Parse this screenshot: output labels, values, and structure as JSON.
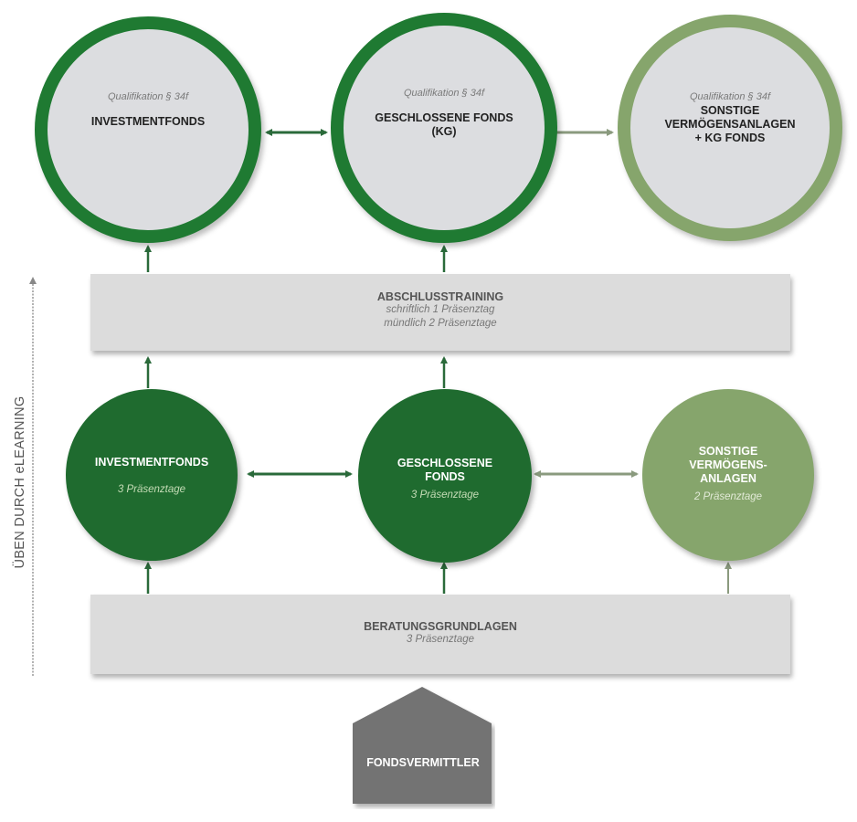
{
  "colors": {
    "dark_green": "#1f7a32",
    "light_green": "#86a56c",
    "bar_gray": "#dcdcdc",
    "house_gray": "#737373"
  },
  "side_axis": {
    "label": "ÜBEN DURCH eLEARNING"
  },
  "qualifications": [
    {
      "qualifier": "Qualifikation § 34f",
      "title_lines": [
        "INVESTMENTFONDS"
      ],
      "style": "dark"
    },
    {
      "qualifier": "Qualifikation § 34f",
      "title_lines": [
        "GESCHLOSSENE FONDS",
        "(KG)"
      ],
      "style": "dark"
    },
    {
      "qualifier": "Qualifikation § 34f",
      "title_lines": [
        "SONSTIGE",
        "VERMÖGENSANLAGEN",
        "+ KG FONDS"
      ],
      "style": "light"
    }
  ],
  "final_training": {
    "title": "ABSCHLUSSTRAINING",
    "lines": [
      "schriftlich 1 Präsenztag",
      "mündlich 2 Präsenztage"
    ]
  },
  "modules": [
    {
      "title_lines": [
        "INVESTMENTFONDS"
      ],
      "days": "3 Präsenztage",
      "style": "dark"
    },
    {
      "title_lines": [
        "GESCHLOSSENE",
        "FONDS"
      ],
      "days": "3 Präsenztage",
      "style": "dark"
    },
    {
      "title_lines": [
        "SONSTIGE",
        "VERMÖGENS-",
        "ANLAGEN"
      ],
      "days": "2 Präsenztage",
      "style": "light"
    }
  ],
  "foundation": {
    "title": "BERATUNGSGRUNDLAGEN",
    "days": "3 Präsenztage"
  },
  "start": {
    "label": "FONDSVERMITTLER"
  }
}
